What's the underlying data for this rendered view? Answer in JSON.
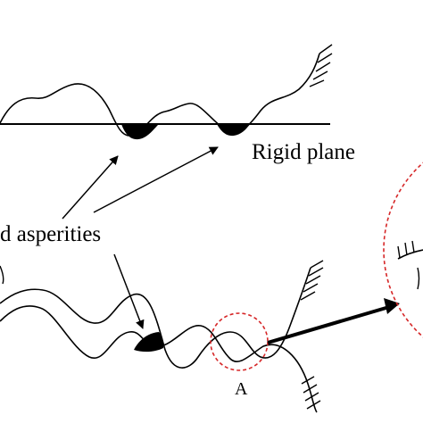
{
  "labels": {
    "rigid_plane": "Rigid plane",
    "asperities": "d asperities",
    "point_a": "A"
  },
  "colors": {
    "line": "#000000",
    "highlight_circle": "#d62728",
    "background": "#ffffff"
  }
}
